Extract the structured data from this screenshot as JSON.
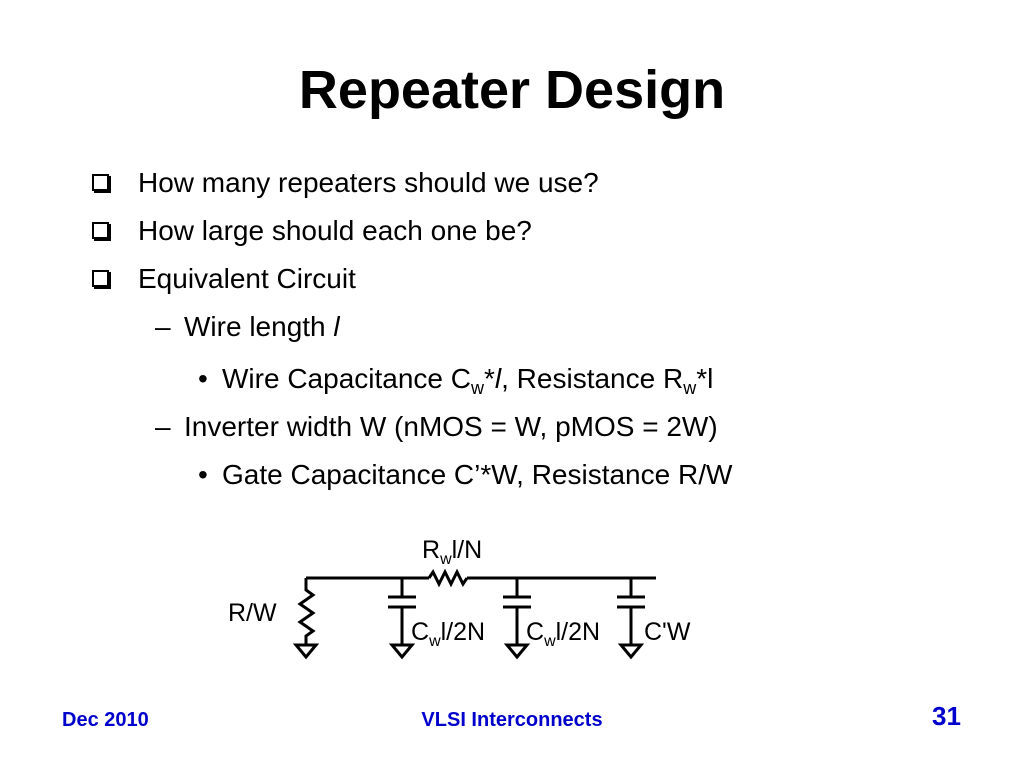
{
  "slide": {
    "title": "Repeater Design",
    "bullets": [
      {
        "text": "How many repeaters should we use?"
      },
      {
        "text": "How large should each one be?"
      },
      {
        "text": "Equivalent Circuit"
      }
    ],
    "sub_items": [
      {
        "marker": "–",
        "text": "Wire length ",
        "italic": "l"
      },
      {
        "marker": "•",
        "text_a": "Wire Capacitance C",
        "sub_a": "w",
        "text_b": "*",
        "italic_b": "l",
        "text_c": ", Resistance R",
        "sub_c": "w",
        "text_d": "*l"
      },
      {
        "marker": "–",
        "text": "Inverter width W (nMOS = W, pMOS = 2W)"
      },
      {
        "marker": "•",
        "text": "Gate Capacitance C’*W, Resistance R/W"
      }
    ]
  },
  "circuit": {
    "r_label": "R/W",
    "rw_label": {
      "main": "R",
      "sub": "w",
      "rest": "l/N"
    },
    "cap1_label": {
      "main": "C",
      "sub": "w",
      "rest": "l/2N"
    },
    "cap2_label": {
      "main": "C",
      "sub": "w",
      "rest": "l/2N"
    },
    "cap3_label": "C'W"
  },
  "footer": {
    "left": "Dec 2010",
    "center": "VLSI Interconnects",
    "page_number": "31"
  }
}
